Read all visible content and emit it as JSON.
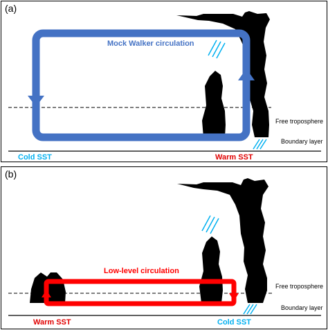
{
  "panels": [
    {
      "label": "(a)",
      "circulation": "Mock Walker circulation",
      "layers": {
        "upper": "Free troposphere",
        "lower": "Boundary layer"
      },
      "sst_left": "Cold SST",
      "sst_right": "Warm SST",
      "circulation_color": "#4472c4"
    },
    {
      "label": "(b)",
      "circulation": "Low-level circulation",
      "layers": {
        "upper": "Free troposphere",
        "lower": "Boundary layer"
      },
      "sst_left": "Warm SST",
      "sst_right": "Cold SST",
      "circulation_color": "#ff0000"
    }
  ],
  "colors": {
    "cyan": "#00b0f0",
    "warm": "#e00000",
    "cloud": "#000000"
  }
}
